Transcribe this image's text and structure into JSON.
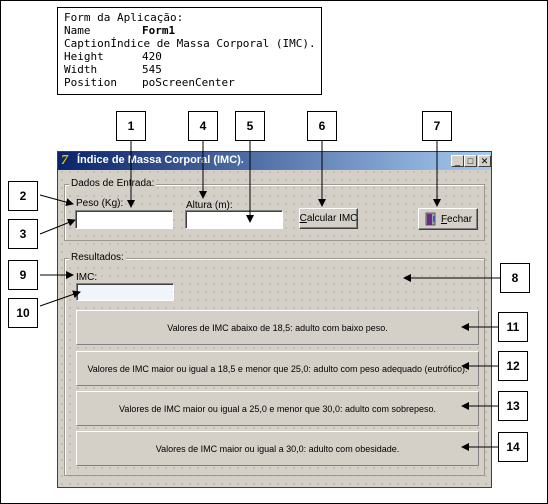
{
  "info_box": {
    "title": "Form da Aplicação:",
    "rows": [
      {
        "key": "Name",
        "value": "Form1"
      },
      {
        "key": "Caption",
        "value": "Índice de Massa Corporal (IMC)."
      },
      {
        "key": "Height",
        "value": "420"
      },
      {
        "key": "Width",
        "value": "545"
      },
      {
        "key": "Position",
        "value": "poScreenCenter"
      }
    ]
  },
  "window": {
    "title": "Índice de Massa Corporal (IMC).",
    "minimize": "_",
    "maximize": "□",
    "close": "✕"
  },
  "input_group": {
    "label": "Dados de Entrada:",
    "peso_label": "Peso (Kg):",
    "peso_value": "",
    "altura_label": "Altura (m):",
    "altura_value": "",
    "calc_button": {
      "accel": "C",
      "rest": "alcular IMC"
    },
    "close_button": {
      "accel": "F",
      "rest": "echar"
    }
  },
  "result_group": {
    "label": "Resultados:",
    "imc_label": "IMC:",
    "imc_value": "",
    "panels": [
      "Valores de IMC abaixo de 18,5: adulto com baixo peso.",
      "Valores de IMC maior ou igual a 18,5 e menor que 25,0: adulto com peso adequado (eutrófico).",
      "Valores de IMC maior ou igual a 25,0 e menor que 30,0: adulto com sobrepeso.",
      "Valores de IMC maior ou igual a 30,0: adulto com obesidade."
    ]
  },
  "callouts": [
    "1",
    "2",
    "3",
    "4",
    "5",
    "6",
    "7",
    "8",
    "9",
    "10",
    "11",
    "12",
    "13",
    "14"
  ],
  "colors": {
    "titlebar_start": "#0a246a",
    "titlebar_end": "#a6caf0",
    "face": "#d4d0c8",
    "door_icon": "#6a2a8a"
  }
}
